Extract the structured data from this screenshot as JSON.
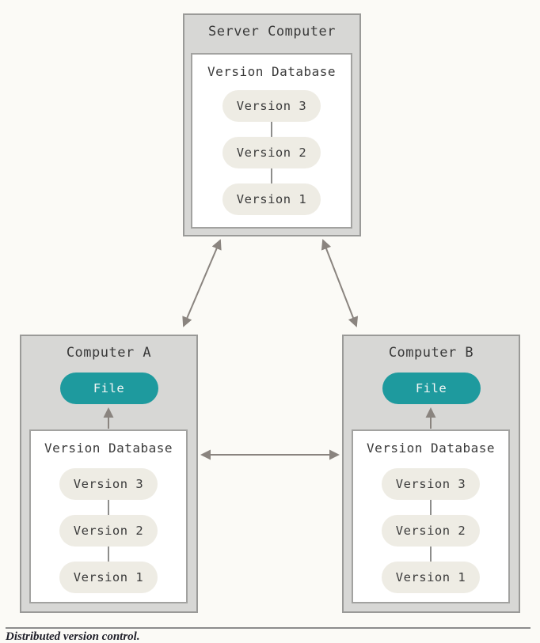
{
  "diagram": {
    "server": {
      "title": "Server Computer",
      "database": {
        "title": "Version Database",
        "versions": [
          "Version 3",
          "Version 2",
          "Version 1"
        ]
      }
    },
    "computer_a": {
      "title": "Computer A",
      "file_label": "File",
      "database": {
        "title": "Version Database",
        "versions": [
          "Version 3",
          "Version 2",
          "Version 1"
        ]
      }
    },
    "computer_b": {
      "title": "Computer B",
      "file_label": "File",
      "database": {
        "title": "Version Database",
        "versions": [
          "Version 3",
          "Version 2",
          "Version 1"
        ]
      }
    }
  },
  "caption": "Distributed version control.",
  "colors": {
    "page_bg": "#fbfaf6",
    "box_fill": "#d7d7d5",
    "box_border": "#9a9a98",
    "inner_border": "#a2a2a0",
    "pill_fill": "#eeece4",
    "teal": "#1e9a9e",
    "arrow": "#8a847f"
  }
}
